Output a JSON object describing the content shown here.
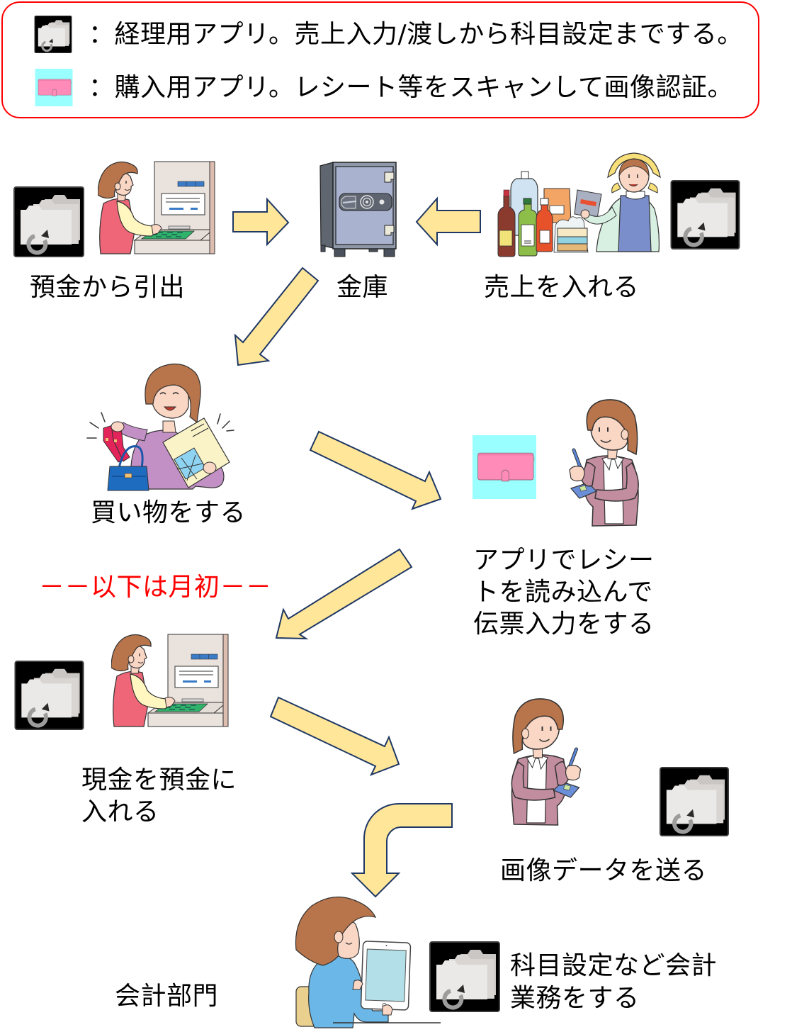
{
  "colors": {
    "legend_border": "#FF0000",
    "divider_text": "#FF0000",
    "arrow_fill": "#FFE699",
    "arrow_stroke": "#1F3864",
    "label_text": "#000000",
    "accounting_app_bg": "#000000",
    "purchase_app_bg": "#99FFFF",
    "purchase_app_wallet": "#FF8BB8"
  },
  "legend": {
    "items": [
      {
        "icon": "accounting-app-icon",
        "text": "：経理用アプリ。売上入力/渡しから科目設定までする。"
      },
      {
        "icon": "purchase-app-icon",
        "text": "：購入用アプリ。レシート等をスキャンして画像認証。"
      }
    ]
  },
  "nodes": {
    "withdraw": {
      "label": "預金から引出",
      "illustration": "woman-at-atm",
      "app_icon": "accounting-app-icon"
    },
    "safe": {
      "label": "金庫",
      "illustration": "safe"
    },
    "sales": {
      "label": "売上を入れる",
      "illustration": "shopkeeper-with-goods",
      "app_icon": "accounting-app-icon"
    },
    "shopping": {
      "label": "買い物をする",
      "illustration": "shopper"
    },
    "scan_receipt": {
      "lines": [
        "アプリでレシー",
        "トを読み込んで",
        "伝票入力をする"
      ],
      "illustration": "person-with-device",
      "app_icon": "purchase-app-icon"
    },
    "deposit": {
      "lines": [
        "現金を預金に",
        "入れる"
      ],
      "illustration": "woman-at-atm",
      "app_icon": "accounting-app-icon"
    },
    "send_image": {
      "label": "画像データを送る",
      "illustration": "person-with-device",
      "app_icon": "accounting-app-icon"
    },
    "accounting": {
      "department_label": "会計部門",
      "lines": [
        "科目設定など会計",
        "業務をする"
      ],
      "illustration": "accountant-with-tablet",
      "app_icon": "accounting-app-icon"
    }
  },
  "divider": {
    "text": "－－以下は月初－－"
  },
  "flow": [
    {
      "from": "withdraw",
      "to": "safe"
    },
    {
      "from": "sales",
      "to": "safe"
    },
    {
      "from": "safe",
      "to": "shopping"
    },
    {
      "from": "shopping",
      "to": "scan_receipt"
    },
    {
      "from": "scan_receipt",
      "to": "deposit"
    },
    {
      "from": "deposit",
      "to": "send_image"
    },
    {
      "from": "send_image",
      "to": "accounting",
      "style": "bent"
    }
  ]
}
